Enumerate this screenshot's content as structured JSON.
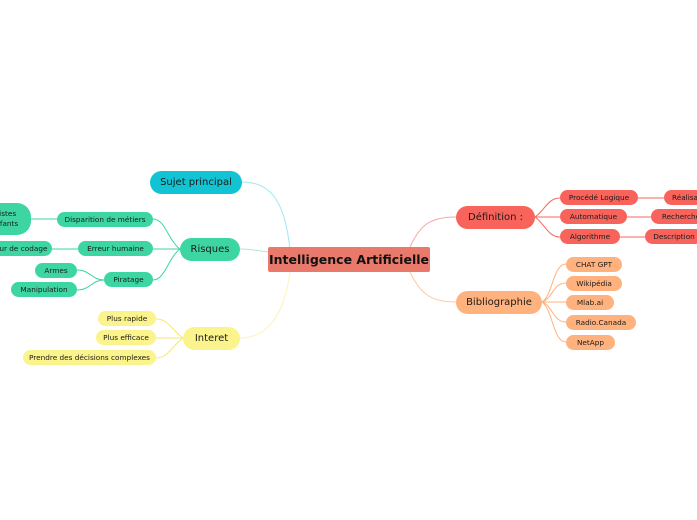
{
  "center": {
    "label": "Intelligence Artificielle",
    "color": "#e8796b"
  },
  "branches": {
    "sujet": {
      "label": "Sujet principal",
      "color": "#12c4d3"
    },
    "risques": {
      "label": "Risques",
      "color": "#3dd6a3",
      "children": {
        "disparition": {
          "label": "Disparition de métiers",
          "children": {
            "tristes": "Tristes\nenfants"
          }
        },
        "erreur": {
          "label": "Erreur humaine",
          "children": {
            "codage": "Erreur de codage"
          }
        },
        "piratage": {
          "label": "Piratage",
          "children": {
            "armes": "Armes",
            "manipulation": "Manipulation"
          }
        }
      }
    },
    "interet": {
      "label": "Interet",
      "color": "#fbf38b",
      "children": {
        "rapide": "Plus rapide",
        "efficace": "Plus efficace",
        "decisions": "Prendre des décisions complexes"
      }
    },
    "definition": {
      "label": "Définition :",
      "color": "#f8645b",
      "children": {
        "procede": {
          "label": "Procédé Logique",
          "children": {
            "realisation": "Réalisation"
          }
        },
        "automatique": {
          "label": "Automatique",
          "children": {
            "recherche": "Recherche"
          }
        },
        "algorithme": {
          "label": "Algorithme",
          "children": {
            "description": "Description"
          }
        }
      }
    },
    "bibliographie": {
      "label": "Bibliographie",
      "color": "#ffb27e",
      "children": {
        "chatgpt": "CHAT GPT",
        "wikipedia": "Wikipédia",
        "mlab": "Mlab.ai",
        "radio": "Radio.Canada",
        "netapp": "NetApp"
      }
    }
  }
}
